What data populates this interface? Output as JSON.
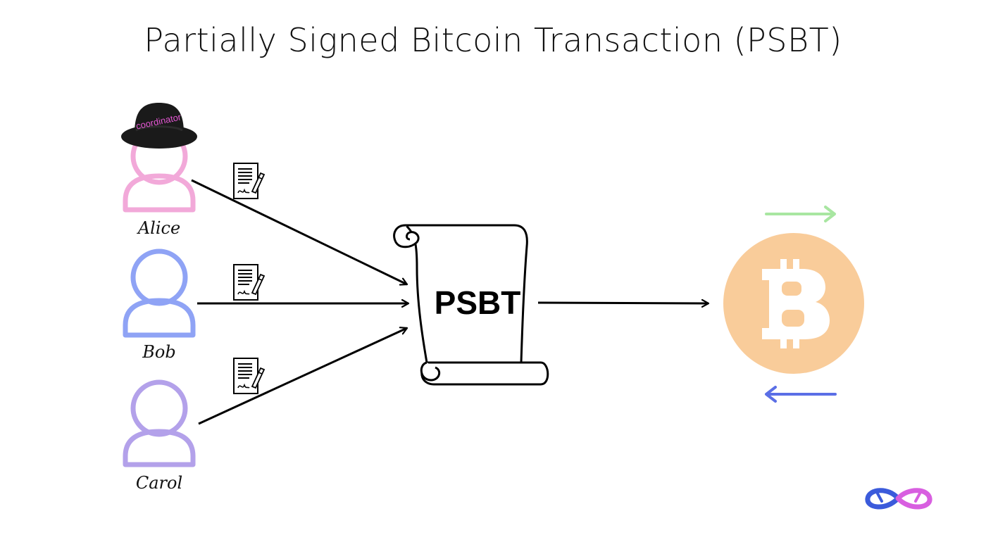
{
  "title": "Partially Signed Bitcoin Transaction (PSBT)",
  "participants": [
    {
      "name": "Alice",
      "color": "#f2a9d9",
      "role_badge": "coordinator"
    },
    {
      "name": "Bob",
      "color": "#8fa3f5"
    },
    {
      "name": "Carol",
      "color": "#b3a1ea"
    }
  ],
  "document_label": "PSBT",
  "colors": {
    "bitcoin": "#f9cc9a",
    "arrow_out": "#a8e6a1",
    "arrow_in": "#5b6fe6",
    "hat": "#1a1a1a",
    "hat_text": "#e457d3",
    "logo_blue": "#3b5bdb",
    "logo_pink": "#d85fe0"
  },
  "icons": [
    "signed-document-icon",
    "bitcoin-icon",
    "infinity-logo-icon",
    "coordinator-hat-icon",
    "person-icon",
    "scroll-icon"
  ]
}
